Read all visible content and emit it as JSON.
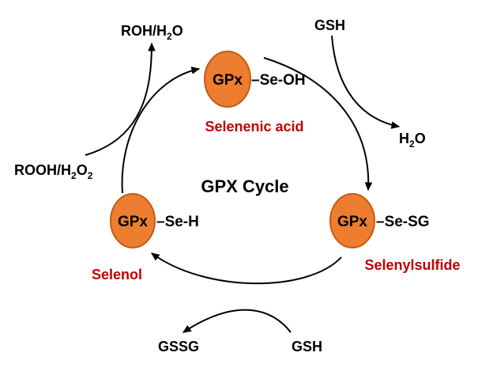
{
  "title": "GPX Cycle",
  "colors": {
    "node_fill": "#ed7d31",
    "node_stroke": "#c55a11",
    "form_label": "#c00000",
    "arrow": "#000000"
  },
  "nodes": {
    "top": {
      "enzyme": "GPx",
      "group": "–Se-OH",
      "name": "Selenenic acid"
    },
    "right": {
      "enzyme": "GPx",
      "group": "–Se-SG",
      "name": "Selenylsulfide"
    },
    "left": {
      "enzyme": "GPx",
      "group": "–Se-H",
      "name": "Selenol"
    }
  },
  "reagents": {
    "roh_main": "ROH/H",
    "roh_sub": "2",
    "roh_tail": "O",
    "rooh_main": "ROOH/H",
    "rooh_sub1": "2",
    "rooh_mid": "O",
    "rooh_sub2": "2",
    "gsh_top": "GSH",
    "h2o_main": "H",
    "h2o_sub": "2",
    "h2o_tail": "O",
    "gsh_bottom": "GSH",
    "gssg": "GSSG"
  }
}
